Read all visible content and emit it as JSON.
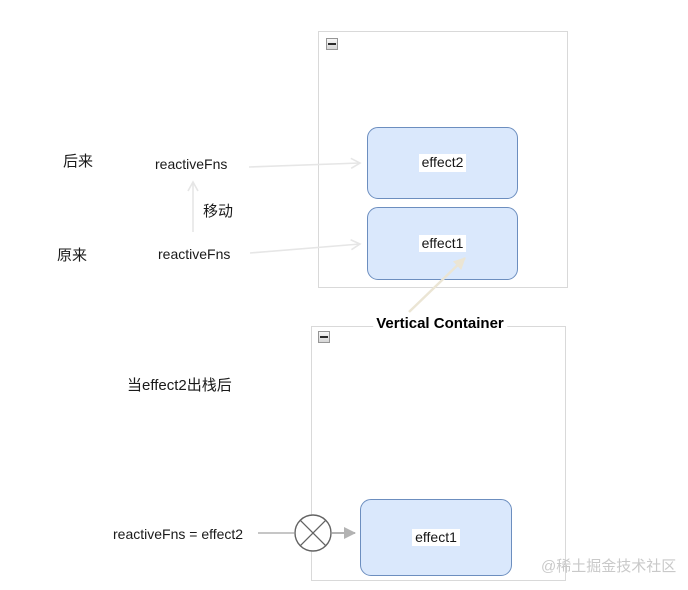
{
  "colors": {
    "node_fill": "#dae8fc",
    "node_border": "#6c8ebf",
    "container_border": "#d9d9d9",
    "light_arrow": "#e6e6e6",
    "gray_arrow": "#b3b3b3",
    "callout_arrow": "#ebe5d4",
    "circle_stroke": "#636363",
    "watermark_color": "#c9c9c9",
    "text_color": "#1a1a1a"
  },
  "top_container": {
    "boxes": [
      {
        "label": "effect2"
      },
      {
        "label": "effect1"
      }
    ]
  },
  "bottom_container": {
    "title": "Vertical Container",
    "boxes": [
      {
        "label": "effect1"
      }
    ]
  },
  "annotations": {
    "later": "后来",
    "reactivefns_later": "reactiveFns",
    "move": "移动",
    "original": "原来",
    "reactivefns_original": "reactiveFns",
    "after_pop": "当effect2出栈后",
    "assignment": "reactiveFns = effect2"
  },
  "watermark": "@稀土掘金技术社区"
}
